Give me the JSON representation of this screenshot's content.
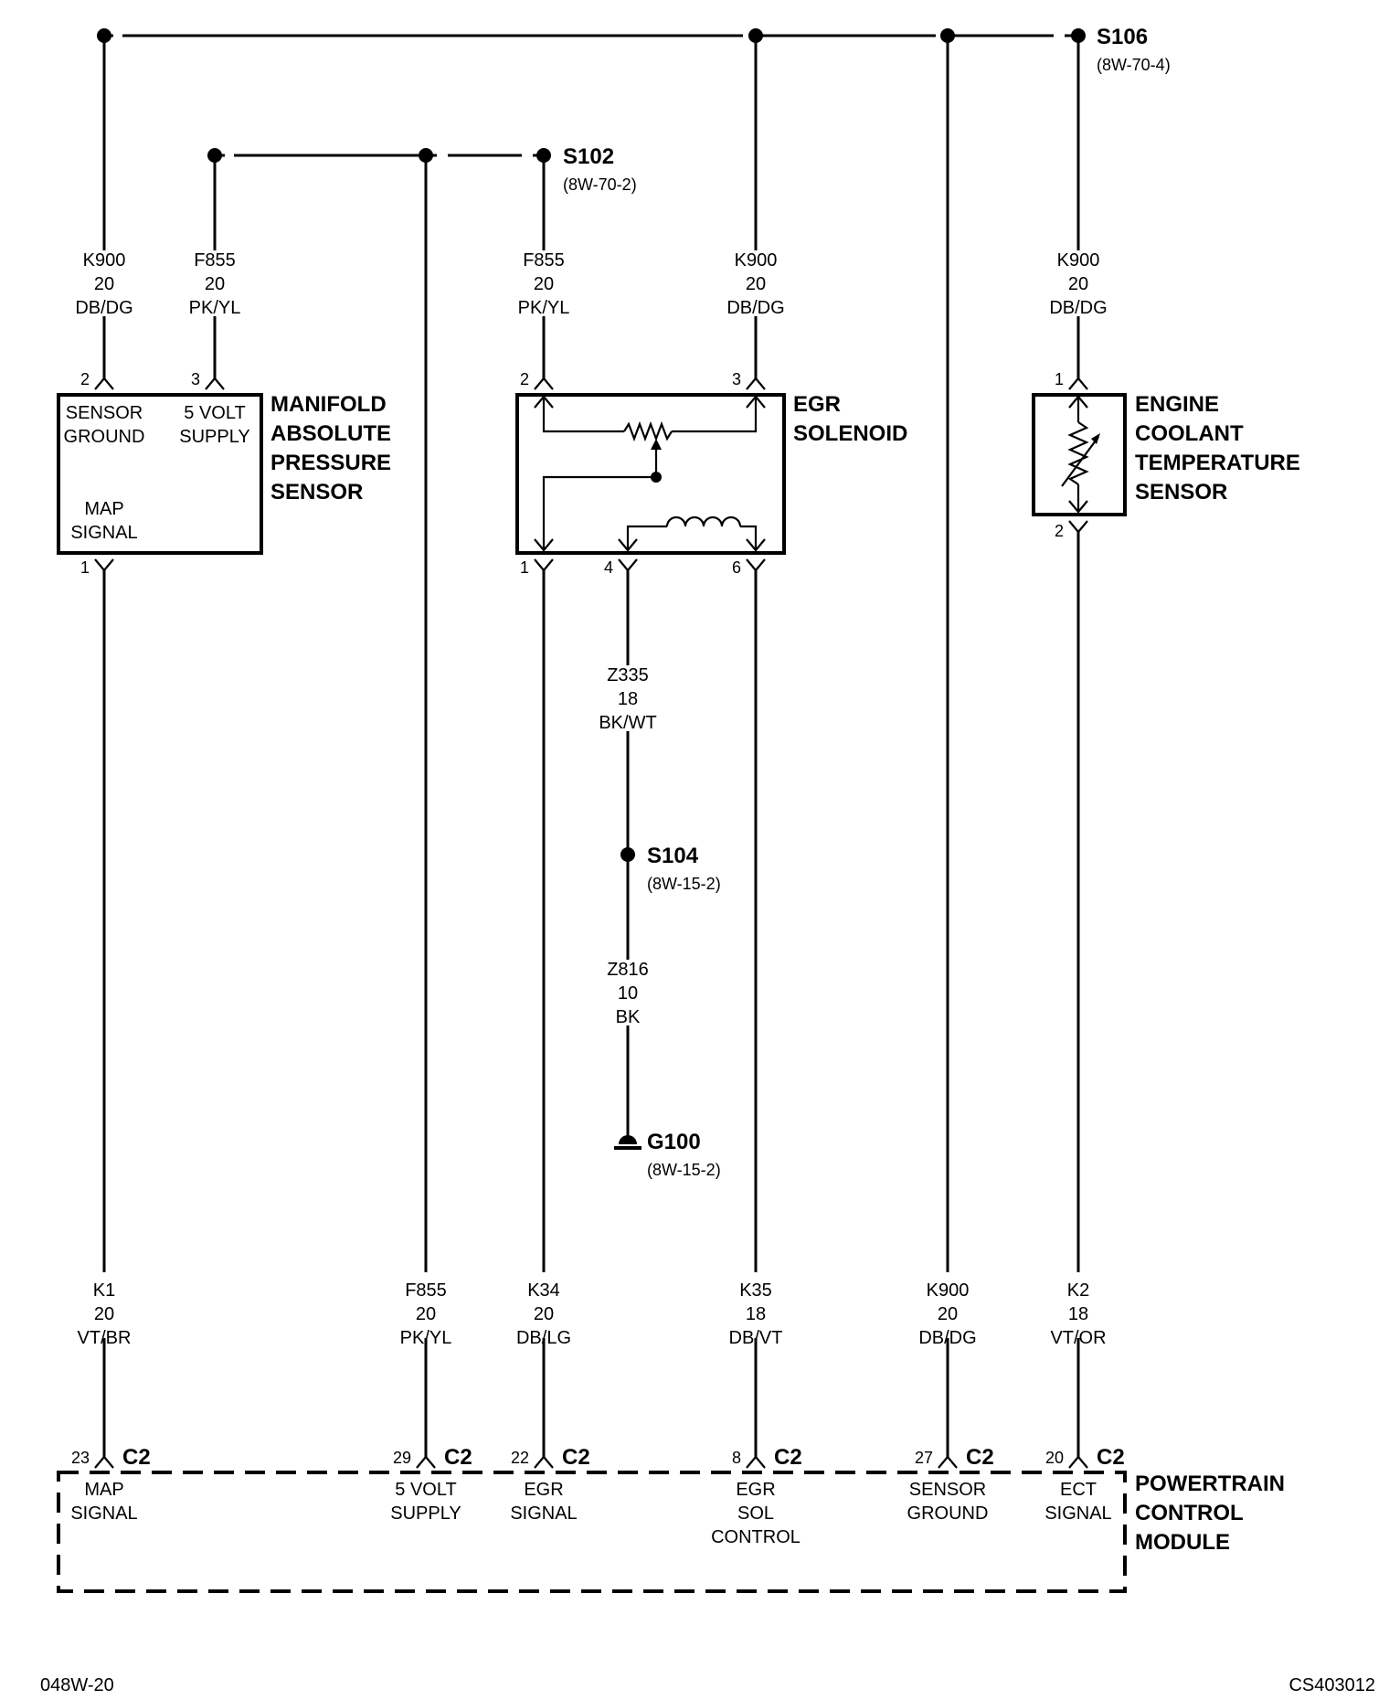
{
  "splices": {
    "s106": {
      "name": "S106",
      "ref": "(8W-70-4)"
    },
    "s102": {
      "name": "S102",
      "ref": "(8W-70-2)"
    },
    "s104": {
      "name": "S104",
      "ref": "(8W-15-2)"
    },
    "g100": {
      "name": "G100",
      "ref": "(8W-15-2)"
    }
  },
  "wires_top": [
    {
      "circuit": "K900",
      "gauge": "20",
      "color": "DB/DG"
    },
    {
      "circuit": "F855",
      "gauge": "20",
      "color": "PK/YL"
    },
    {
      "circuit": "F855",
      "gauge": "20",
      "color": "PK/YL"
    },
    {
      "circuit": "K900",
      "gauge": "20",
      "color": "DB/DG"
    },
    {
      "circuit": "K900",
      "gauge": "20",
      "color": "DB/DG"
    }
  ],
  "map_sensor": {
    "title": [
      "MANIFOLD",
      "ABSOLUTE",
      "PRESSURE",
      "SENSOR"
    ],
    "sensor_ground": [
      "SENSOR",
      "GROUND"
    ],
    "five_volt_supply": [
      "5 VOLT",
      "SUPPLY"
    ],
    "map_signal": [
      "MAP",
      "SIGNAL"
    ],
    "pins": {
      "ground": "2",
      "supply": "3",
      "signal": "1"
    }
  },
  "egr_solenoid": {
    "title": [
      "EGR",
      "SOLENOID"
    ],
    "pins": {
      "p2": "2",
      "p3": "3",
      "p1": "1",
      "p4": "4",
      "p6": "6"
    }
  },
  "ect_sensor": {
    "title": [
      "ENGINE",
      "COOLANT",
      "TEMPERATURE",
      "SENSOR"
    ],
    "pins": {
      "top": "1",
      "bottom": "2"
    }
  },
  "ground_wires": {
    "z335": {
      "circuit": "Z335",
      "gauge": "18",
      "color": "BK/WT"
    },
    "z816": {
      "circuit": "Z816",
      "gauge": "10",
      "color": "BK"
    }
  },
  "wires_bottom": [
    {
      "circuit": "K1",
      "gauge": "20",
      "color": "VT/BR"
    },
    {
      "circuit": "F855",
      "gauge": "20",
      "color": "PK/YL"
    },
    {
      "circuit": "K34",
      "gauge": "20",
      "color": "DB/LG"
    },
    {
      "circuit": "K35",
      "gauge": "18",
      "color": "DB/VT"
    },
    {
      "circuit": "K900",
      "gauge": "20",
      "color": "DB/DG"
    },
    {
      "circuit": "K2",
      "gauge": "18",
      "color": "VT/OR"
    }
  ],
  "pcm": {
    "title": [
      "POWERTRAIN",
      "CONTROL",
      "MODULE"
    ],
    "connector": "C2",
    "pins": [
      {
        "pin": "23",
        "label": [
          "MAP",
          "SIGNAL"
        ]
      },
      {
        "pin": "29",
        "label": [
          "5 VOLT",
          "SUPPLY"
        ]
      },
      {
        "pin": "22",
        "label": [
          "EGR",
          "SIGNAL"
        ]
      },
      {
        "pin": "8",
        "label": [
          "EGR",
          "SOL",
          "CONTROL"
        ]
      },
      {
        "pin": "27",
        "label": [
          "SENSOR",
          "GROUND"
        ]
      },
      {
        "pin": "20",
        "label": [
          "ECT",
          "SIGNAL"
        ]
      }
    ]
  },
  "footer": {
    "left": "048W-20",
    "right": "CS403012"
  }
}
